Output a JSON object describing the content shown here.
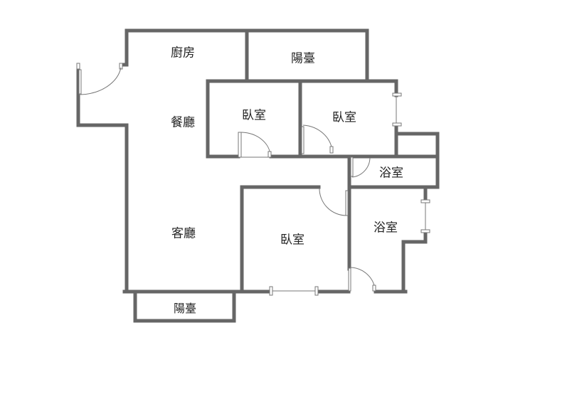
{
  "rooms": {
    "kitchen": "廚房",
    "balcony_top": "陽臺",
    "dining": "餐廳",
    "bedroom_1": "臥室",
    "bedroom_2": "臥室",
    "bathroom_1": "浴室",
    "living": "客廳",
    "bedroom_3": "臥室",
    "bathroom_2": "浴室",
    "balcony_bottom": "陽臺"
  },
  "colors": {
    "wall": "#666666",
    "background": "#ffffff"
  }
}
